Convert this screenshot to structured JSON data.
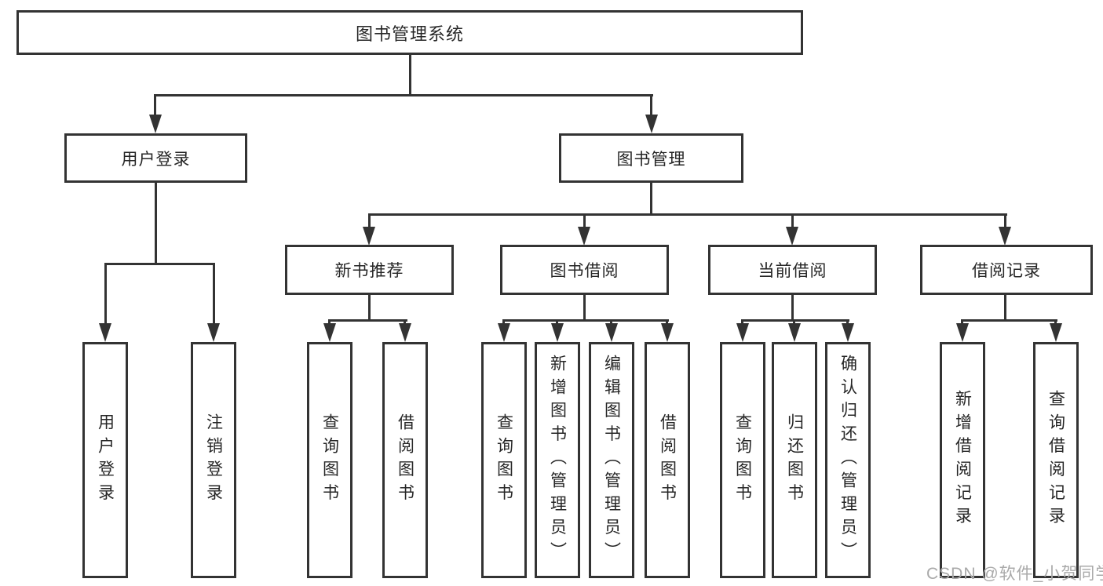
{
  "diagram": {
    "title": "图书管理系统",
    "level2": [
      {
        "label": "用户登录"
      },
      {
        "label": "图书管理"
      }
    ],
    "level3": [
      {
        "label": "新书推荐"
      },
      {
        "label": "图书借阅"
      },
      {
        "label": "当前借阅"
      },
      {
        "label": "借阅记录"
      }
    ],
    "leaves": {
      "user": [
        "用户登录",
        "注销登录"
      ],
      "recommend": [
        "查询图书",
        "借阅图书"
      ],
      "borrow": [
        "查询图书",
        "新增图书（管理员）",
        "编辑图书（管理员）",
        "借阅图书"
      ],
      "current": [
        "查询图书",
        "归还图书",
        "确认归还（管理员）"
      ],
      "records": [
        "新增借阅记录",
        "查询借阅记录"
      ]
    }
  },
  "watermark": {
    "text": "CSDN @软件_小贺同学"
  },
  "colors": {
    "line": "#333333",
    "text": "#262626",
    "background": "#ffffff",
    "watermark": "#a9a9a9"
  }
}
